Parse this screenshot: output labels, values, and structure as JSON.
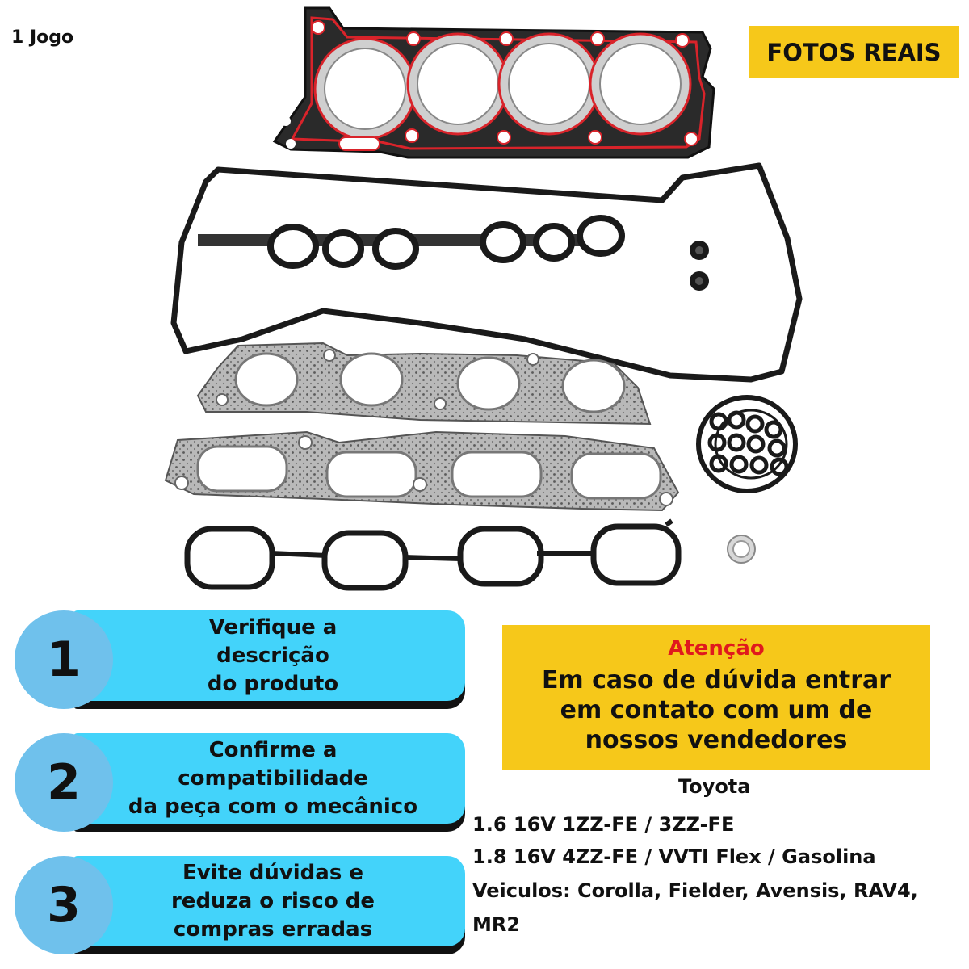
{
  "product": {
    "quantity": "1 Jogo",
    "badge": "FOTOS REAIS"
  },
  "steps": [
    {
      "number": "1",
      "text": "Verifique a\ndescrição\ndo produto"
    },
    {
      "number": "2",
      "text": "Confirme a\ncompatibilidade\nda peça com o mecânico"
    },
    {
      "number": "3",
      "text": "Evite dúvidas e\nreduza o risco de\ncompras erradas"
    }
  ],
  "attention": {
    "title": "Atenção",
    "body": "Em caso de dúvida entrar\nem contato com um de\nnossos vendedores"
  },
  "compatibility": {
    "brand": "Toyota",
    "lines": [
      "1.6 16V 1ZZ-FE / 3ZZ-FE",
      "1.8 16V 4ZZ-FE / VVTI Flex / Gasolina",
      "Veiculos: Corolla, Fielder, Avensis, RAV4,",
      "MR2"
    ]
  },
  "colors": {
    "badge_bg": "#f6c81a",
    "step_bar": "#43d3fa",
    "step_circle": "#6fc1ec",
    "attention_title": "#e0191d",
    "gasket_red": "#d9232a",
    "gasket_black": "#1a1a1a"
  }
}
